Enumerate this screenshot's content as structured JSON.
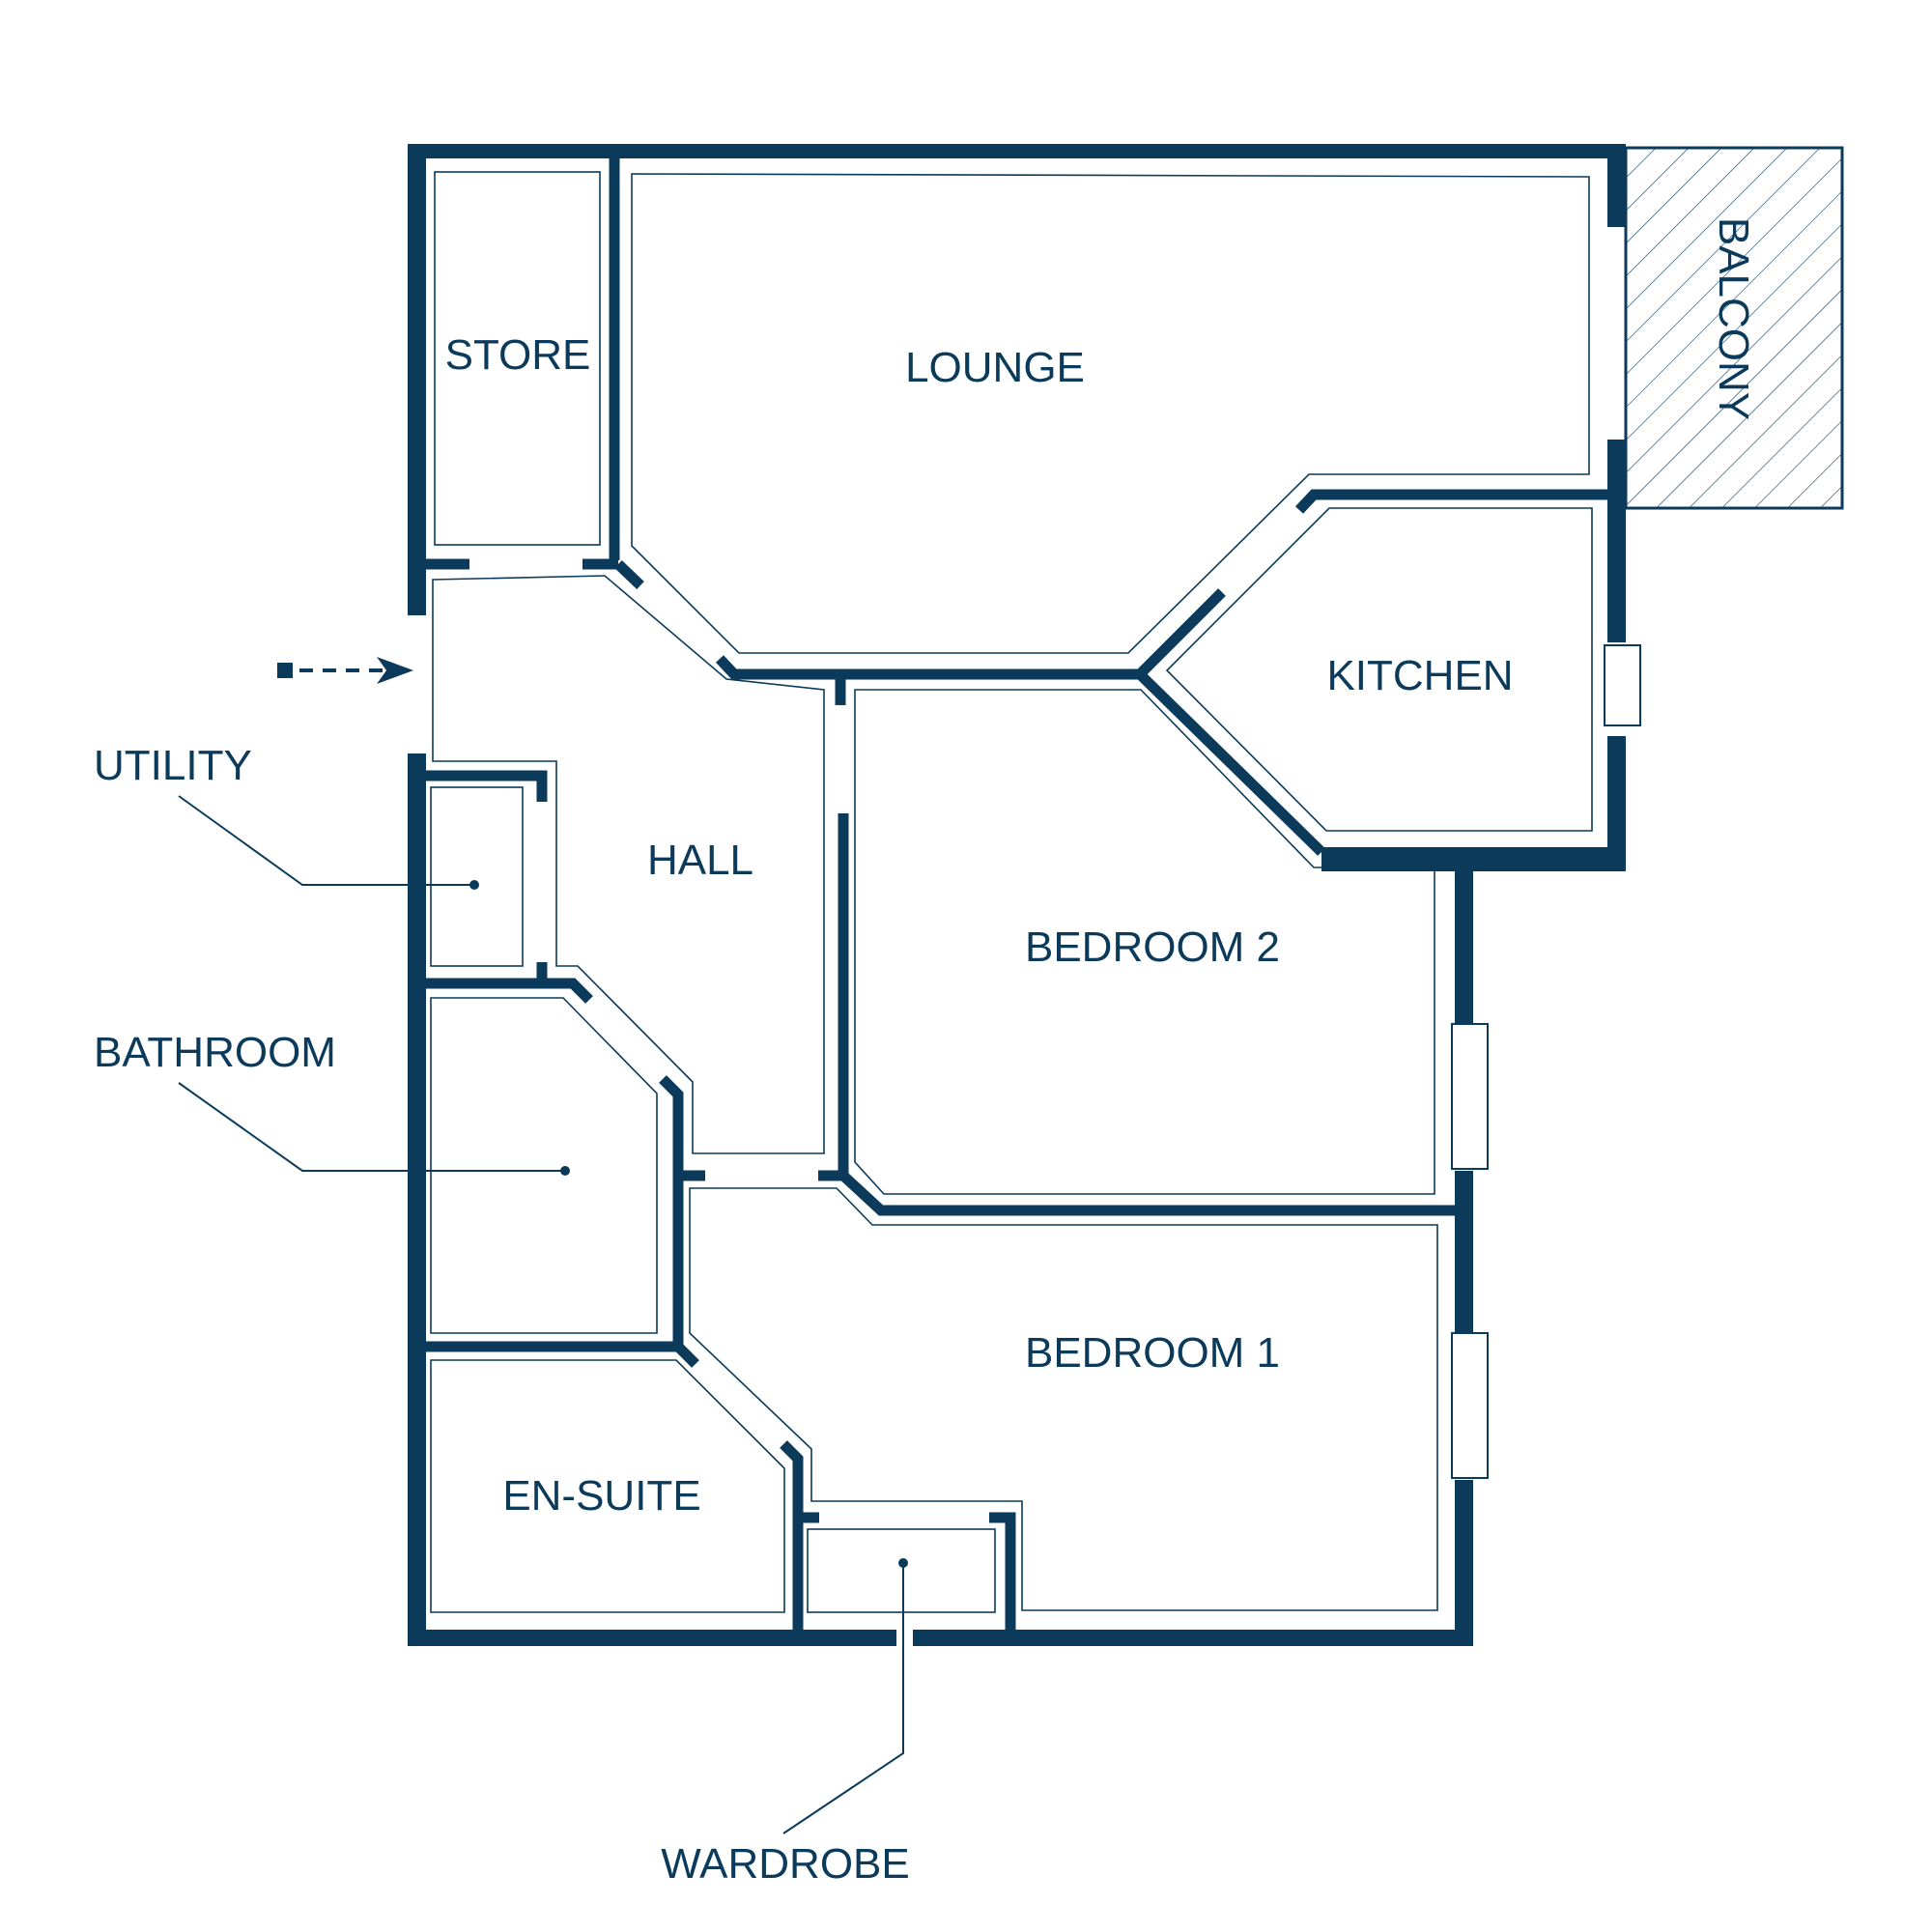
{
  "rooms": {
    "store": "STORE",
    "lounge": "LOUNGE",
    "balcony": "BALCONY",
    "kitchen": "KITCHEN",
    "hall": "HALL",
    "bedroom2": "BEDROOM 2",
    "bedroom1": "BEDROOM 1",
    "en_suite": "EN-SUITE"
  },
  "callouts": {
    "utility": "UTILITY",
    "bathroom": "BATHROOM",
    "wardrobe": "WARDROBE"
  },
  "colors": {
    "wall": "#0b3a5b",
    "background": "#ffffff"
  },
  "icons": {
    "entrance": "dashed-arrow-right-icon",
    "window": "hatched-window-icon"
  }
}
